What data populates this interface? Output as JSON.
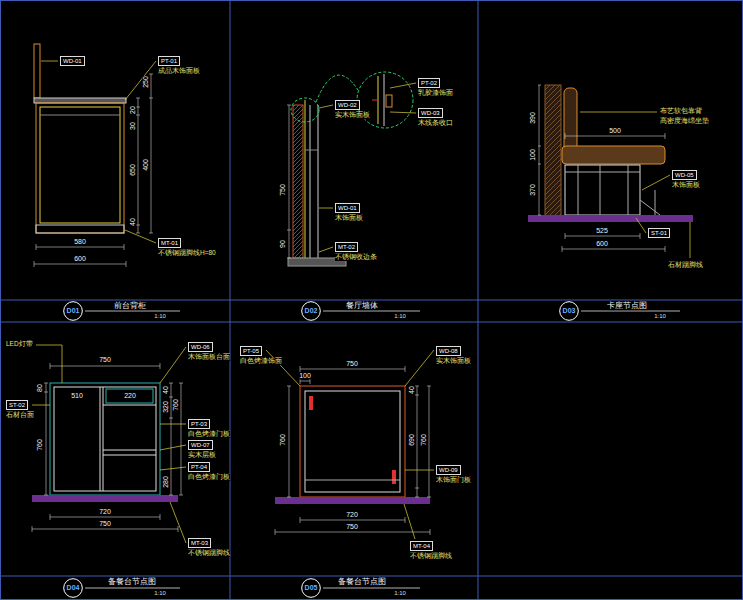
{
  "diagram": {
    "nodes": [
      {
        "text": [
          "WD-01"
        ]
      },
      {
        "text": [
          "PT-01"
        ]
      },
      {
        "text": [
          "MT-01"
        ]
      },
      {
        "text": [
          "WD-02"
        ]
      },
      {
        "text": [
          "PT-02"
        ]
      },
      {
        "text": [
          "WD-03"
        ]
      },
      {
        "text": [
          "WD-01"
        ]
      },
      {
        "text": [
          "MT-02"
        ]
      },
      {
        "text": [
          "WD-05"
        ]
      },
      {
        "text": [
          "ST-01"
        ]
      },
      {
        "text": [
          "D01"
        ]
      },
      {
        "text": [
          "D02"
        ]
      },
      {
        "text": [
          "D03"
        ]
      },
      {
        "text": [
          "ST-02"
        ]
      },
      {
        "text": [
          "WD-06"
        ]
      },
      {
        "text": [
          "PT-03"
        ]
      },
      {
        "text": [
          "WD-07"
        ]
      },
      {
        "text": [
          "PT-04"
        ]
      },
      {
        "text": [
          "MT-03"
        ]
      },
      {
        "text": [
          "PT-05"
        ]
      },
      {
        "text": [
          "WD-08"
        ]
      },
      {
        "text": [
          "WD-09"
        ]
      },
      {
        "text": [
          "MT-04"
        ]
      },
      {
        "text": [
          "D04"
        ]
      },
      {
        "text": [
          "D05"
        ]
      }
    ],
    "labels": [
      "580",
      "600",
      "250",
      "20",
      "30",
      "650",
      "400",
      "40",
      "成品木饰面板",
      "不锈钢踢脚线H=80",
      "750",
      "90",
      "实木饰面板",
      "乳胶漆饰面",
      "木线条收口",
      "木饰面板",
      "不锈钢收边条",
      "390",
      "100",
      "370",
      "500",
      "525",
      "600",
      "布艺软包靠背",
      "高密度海绵坐垫",
      "木饰面板",
      "石材踢脚线",
      "LED灯带",
      "750",
      "510",
      "220",
      "720",
      "750",
      "80",
      "760",
      "40",
      "320",
      "280",
      "760",
      "石材台面",
      "木饰面板台面",
      "白色烤漆门板",
      "实木层板",
      "白色烤漆门板",
      "不锈钢踢脚线",
      "750",
      "100",
      "720",
      "750",
      "760",
      "40",
      "690",
      "760",
      "白色烤漆饰面",
      "实木饰面板",
      "木饰面门板",
      "不锈钢踢脚线",
      "前台背柜",
      "1:10",
      "餐厅墙体",
      "1:10",
      "卡座节点图",
      "1:10",
      "备餐台节点图",
      "1:10",
      "备餐台节点图",
      "1:10"
    ]
  }
}
